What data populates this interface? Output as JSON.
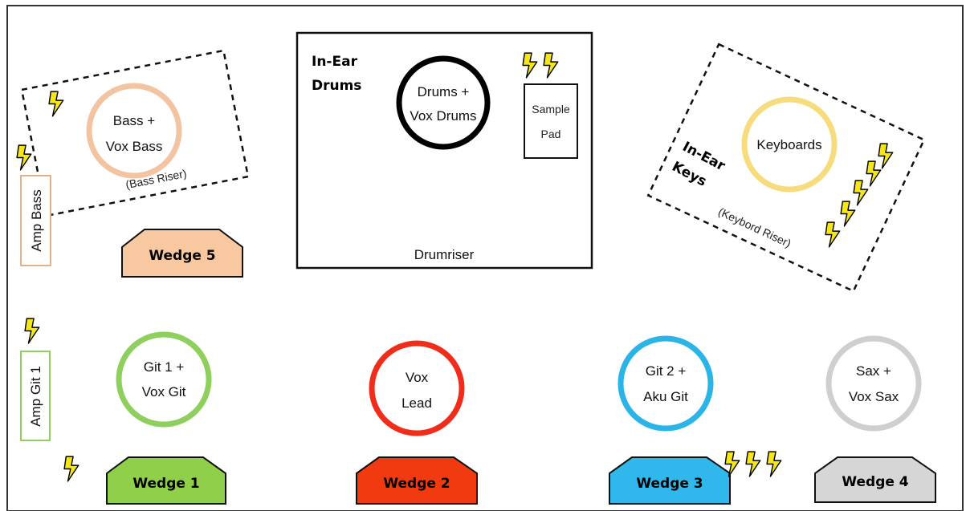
{
  "drumriser": {
    "title_line1": "In-Ear",
    "title_line2": "Drums",
    "instrument_line1": "Drums +",
    "instrument_line2": "Vox Drums",
    "sample_pad_line1": "Sample",
    "sample_pad_line2": "Pad",
    "label": "Drumriser"
  },
  "bass_riser": {
    "instrument_line1": "Bass +",
    "instrument_line2": "Vox Bass",
    "label": "(Bass Riser)",
    "color": "#f3c4a2"
  },
  "keyboard_riser": {
    "instrument_line1": "Keyboards",
    "in_ear_line1": "In-Ear",
    "in_ear_line2": "Keys",
    "label": "(Keybord Riser)",
    "color": "#f7dc7e"
  },
  "amps": {
    "bass": "Amp Bass",
    "git1": "Amp Git 1"
  },
  "front_line": [
    {
      "line1": "Git 1 +",
      "line2": "Vox Git",
      "color": "#8fcf5e"
    },
    {
      "line1": "Vox",
      "line2": "Lead",
      "color": "#f02d1a"
    },
    {
      "line1": "Git 2 +",
      "line2": "Aku Git",
      "color": "#2bb4e8"
    },
    {
      "line1": "Sax +",
      "line2": "Vox Sax",
      "color": "#cfcfcf"
    }
  ],
  "wedges": {
    "w1": {
      "label": "Wedge 1",
      "color": "#8fcf4a"
    },
    "w2": {
      "label": "Wedge 2",
      "color": "#f23a10"
    },
    "w3": {
      "label": "Wedge 3",
      "color": "#30b8ec"
    },
    "w4": {
      "label": "Wedge 4",
      "color": "#d6d6d6"
    },
    "w5": {
      "label": "Wedge 5",
      "color": "#f8c9a0"
    }
  },
  "power_icon_color": "#f5e61a"
}
